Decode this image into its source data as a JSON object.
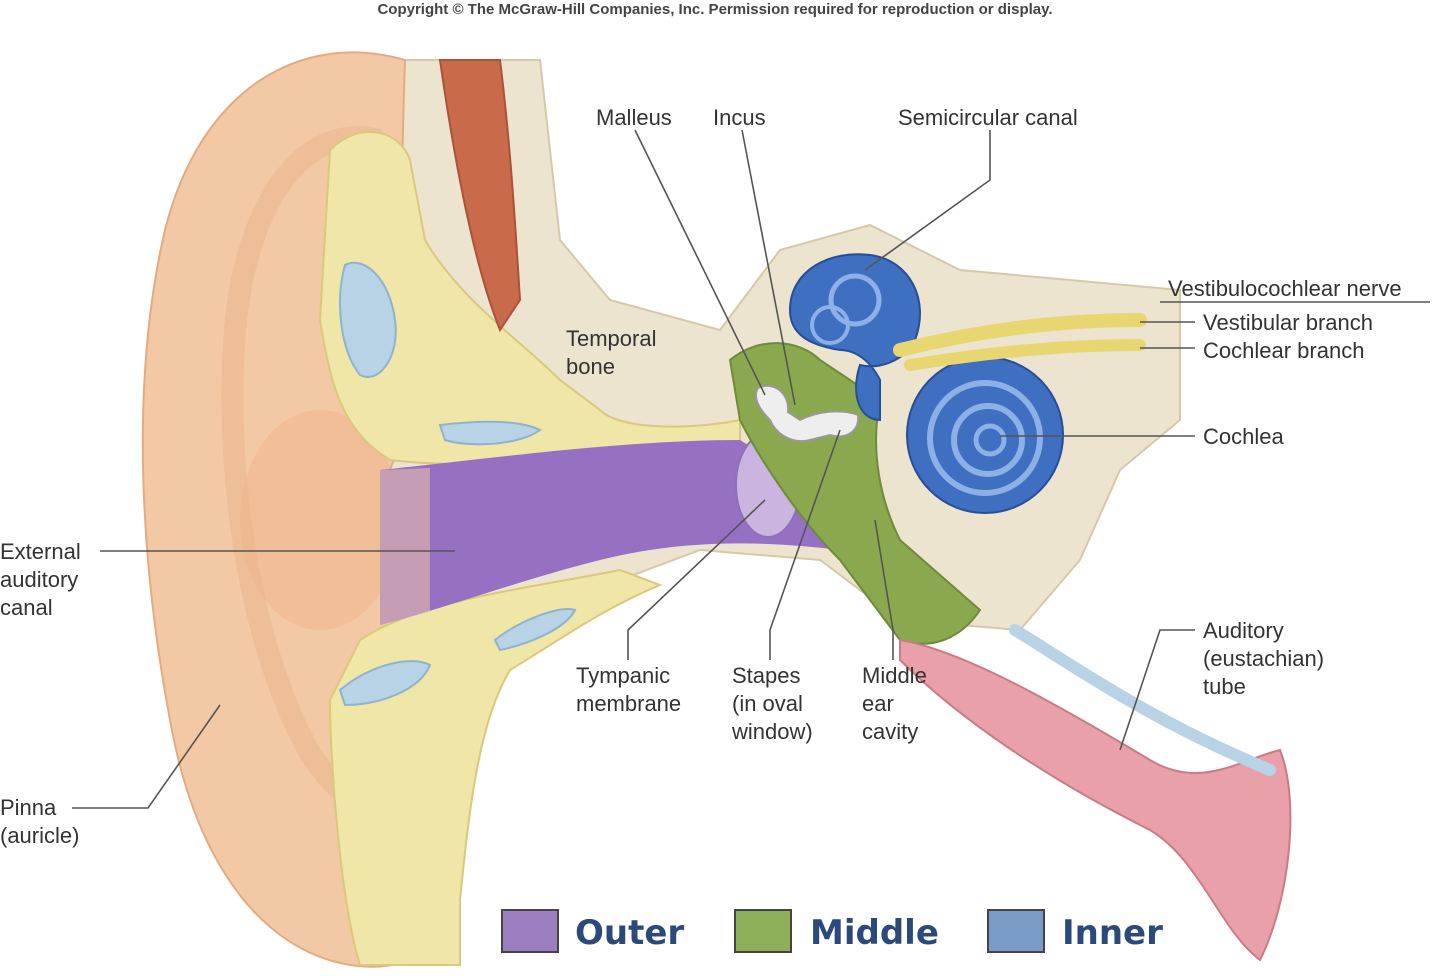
{
  "copyright": "Copyright © The McGraw-Hill Companies, Inc. Permission required for reproduction or display.",
  "labels": {
    "malleus": "Malleus",
    "incus": "Incus",
    "semicircular_canal": "Semicircular canal",
    "vestibulocochlear_nerve": "Vestibulocochlear nerve",
    "vestibular_branch": "Vestibular branch",
    "cochlear_branch": "Cochlear branch",
    "cochlea": "Cochlea",
    "temporal_bone": [
      "Temporal",
      "bone"
    ],
    "external_auditory_canal": [
      "External",
      "auditory",
      "canal"
    ],
    "tympanic_membrane": [
      "Tympanic",
      "membrane"
    ],
    "stapes": [
      "Stapes",
      "(in oval",
      "window)"
    ],
    "middle_ear_cavity": [
      "Middle",
      "ear",
      "cavity"
    ],
    "auditory_tube": [
      "Auditory",
      "(eustachian)",
      "tube"
    ],
    "pinna": [
      "Pinna",
      "(auricle)"
    ]
  },
  "legend": [
    {
      "label": "Outer",
      "color": "#9b7fc0"
    },
    {
      "label": "Middle",
      "color": "#8fb05a"
    },
    {
      "label": "Inner",
      "color": "#7c9cc8"
    }
  ],
  "colors": {
    "skin": "#f3c9a5",
    "cartilage": "#efe6a8",
    "bone": "#ece4cf",
    "outer_canal": "#9670c2",
    "middle_cavity": "#8aa84e",
    "inner_blue": "#3f6fc0",
    "tube_pink": "#e9a0a8",
    "muscle": "#c96a4a",
    "fluid": "#b9d3e6",
    "nerve": "#e8d770"
  }
}
